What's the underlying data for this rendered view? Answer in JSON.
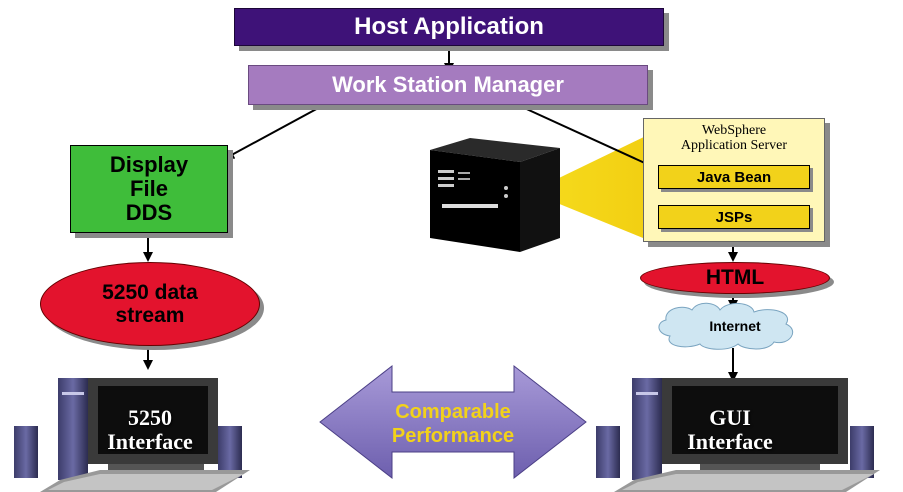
{
  "host_application": "Host Application",
  "work_station_manager": "Work Station Manager",
  "display_file_dds": {
    "line1": "Display",
    "line2": "File",
    "line3": "DDS"
  },
  "data_stream": {
    "line1": "5250 data",
    "line2": "stream"
  },
  "websphere": {
    "line1": "WebSphere",
    "line2": "Application Server"
  },
  "java_bean": "Java Bean",
  "jsps": "JSPs",
  "html": "HTML",
  "internet": "Internet",
  "interface_5250": {
    "line1": "5250",
    "line2": "Interface"
  },
  "interface_gui": {
    "line1": "GUI",
    "line2": "Interface"
  },
  "comparable_performance": {
    "line1": "Comparable",
    "line2": "Performance"
  },
  "colors": {
    "host": "#3e1278",
    "wsm": "#a57bbf",
    "dds": "#3fbd3a",
    "ellipse": "#e3132d",
    "was_bg": "#fff7b8",
    "bean": "#f2d21a",
    "arrow": "#8e7fc4",
    "cloud": "#cfe6f2"
  }
}
